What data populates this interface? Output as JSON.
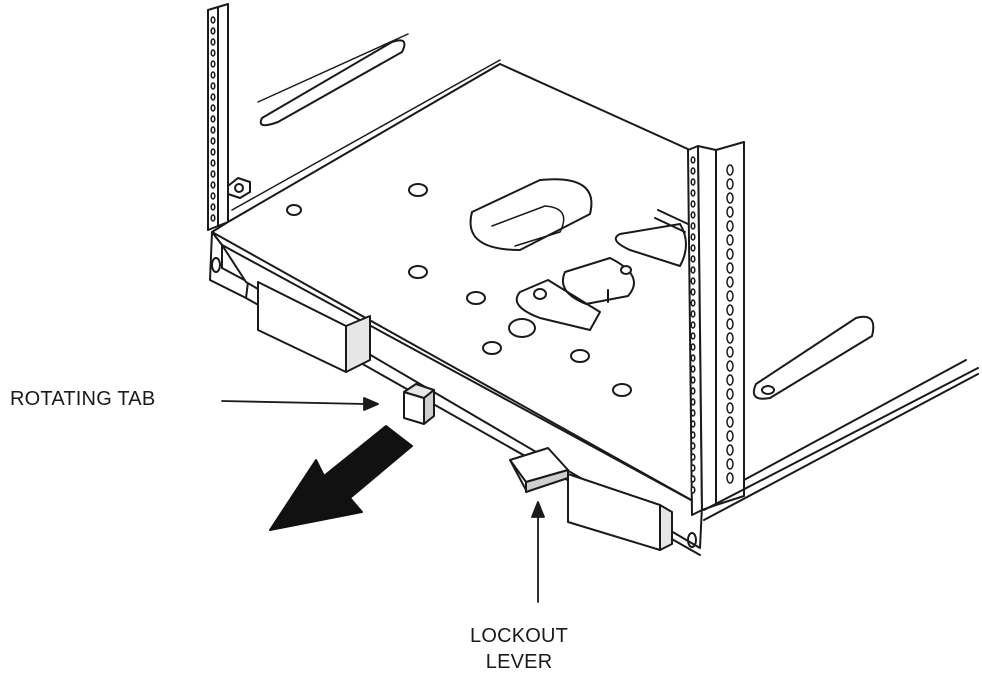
{
  "labels": {
    "rotating_tab": "ROTATING TAB",
    "lockout_lever_line1": "LOCKOUT",
    "lockout_lever_line2": "LEVER"
  },
  "colors": {
    "line": "#1a1a1a",
    "fill": "#ffffff",
    "shade": "#e6e6e6",
    "arrow": "#111111"
  }
}
